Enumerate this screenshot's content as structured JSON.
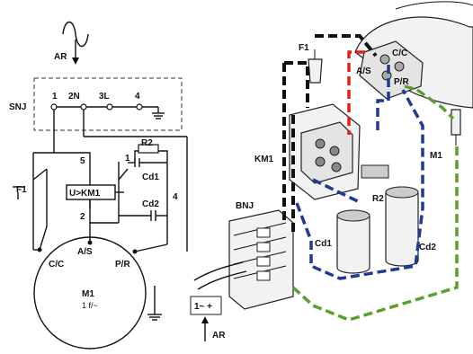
{
  "schematic": {
    "supply": "AR",
    "terminal_block": "SNJ",
    "terminals": [
      "1",
      "2N",
      "3L",
      "4"
    ],
    "fuse": "F1",
    "relay": "U>KM1",
    "relay_pin_top": "5",
    "relay_pin_bottom": "2",
    "pin_1": "1",
    "pin_4": "4",
    "resistor": "R2",
    "cap_run_1": "Cd1",
    "cap_run_2": "Cd2",
    "motor_as": "A/S",
    "motor_cc": "C/C",
    "motor_pr": "P/R",
    "motor_name": "M1",
    "motor_type": "1 f/~"
  },
  "illustration": {
    "fuse": "F1",
    "cc": "C/C",
    "as": "A/S",
    "pr": "P/R",
    "relay": "KM1",
    "motor": "M1",
    "block": "BNJ",
    "resistor": "R2",
    "cap1": "Cd1",
    "cap2": "Cd2",
    "plug": "1~ +",
    "supply": "AR"
  },
  "wire_colors": {
    "black": "#111111",
    "blue": "#1f3a93",
    "green": "#5aa02c",
    "red": "#e0201b"
  }
}
